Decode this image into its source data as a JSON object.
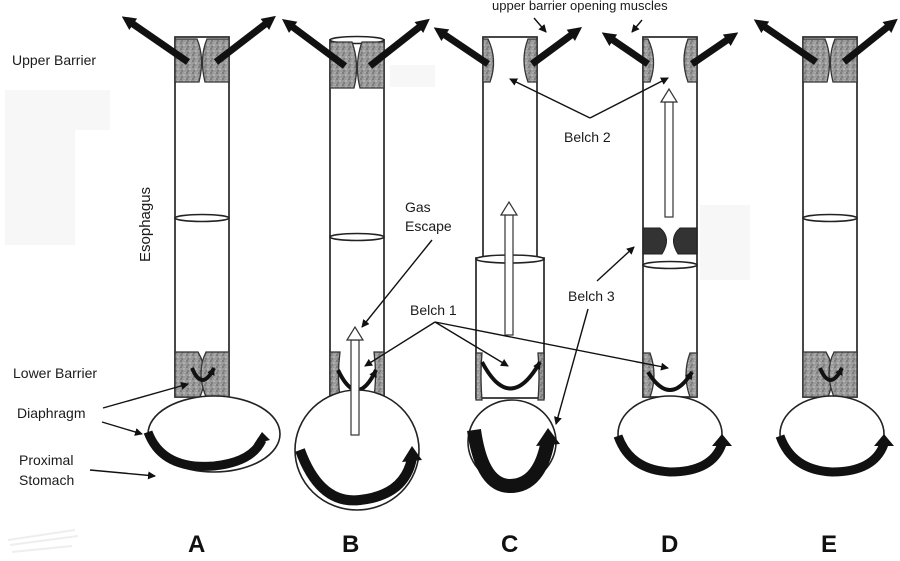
{
  "figure": {
    "left_labels": {
      "upper_barrier": "Upper Barrier",
      "esophagus": "Esophagus",
      "lower_barrier": "Lower Barrier",
      "diaphragm": "Diaphragm",
      "proximal_stomach_line1": "Proximal",
      "proximal_stomach_line2": "Stomach"
    },
    "annotations": {
      "upper_barrier_opening_muscles": "upper barrier opening muscles",
      "gas_escape_line1": "Gas",
      "gas_escape_line2": "Escape",
      "belch_1": "Belch 1",
      "belch_2": "Belch 2",
      "belch_3": "Belch 3"
    },
    "panels": [
      {
        "label": "A",
        "state": "both barriers closed"
      },
      {
        "label": "B",
        "state": "gas escape through lower barrier"
      },
      {
        "label": "C",
        "state": "lower barrier open, esophagus shortened, upper barrier opening"
      },
      {
        "label": "D",
        "state": "upper barrier open, gas moving up past contraction"
      },
      {
        "label": "E",
        "state": "both barriers closed"
      }
    ]
  }
}
